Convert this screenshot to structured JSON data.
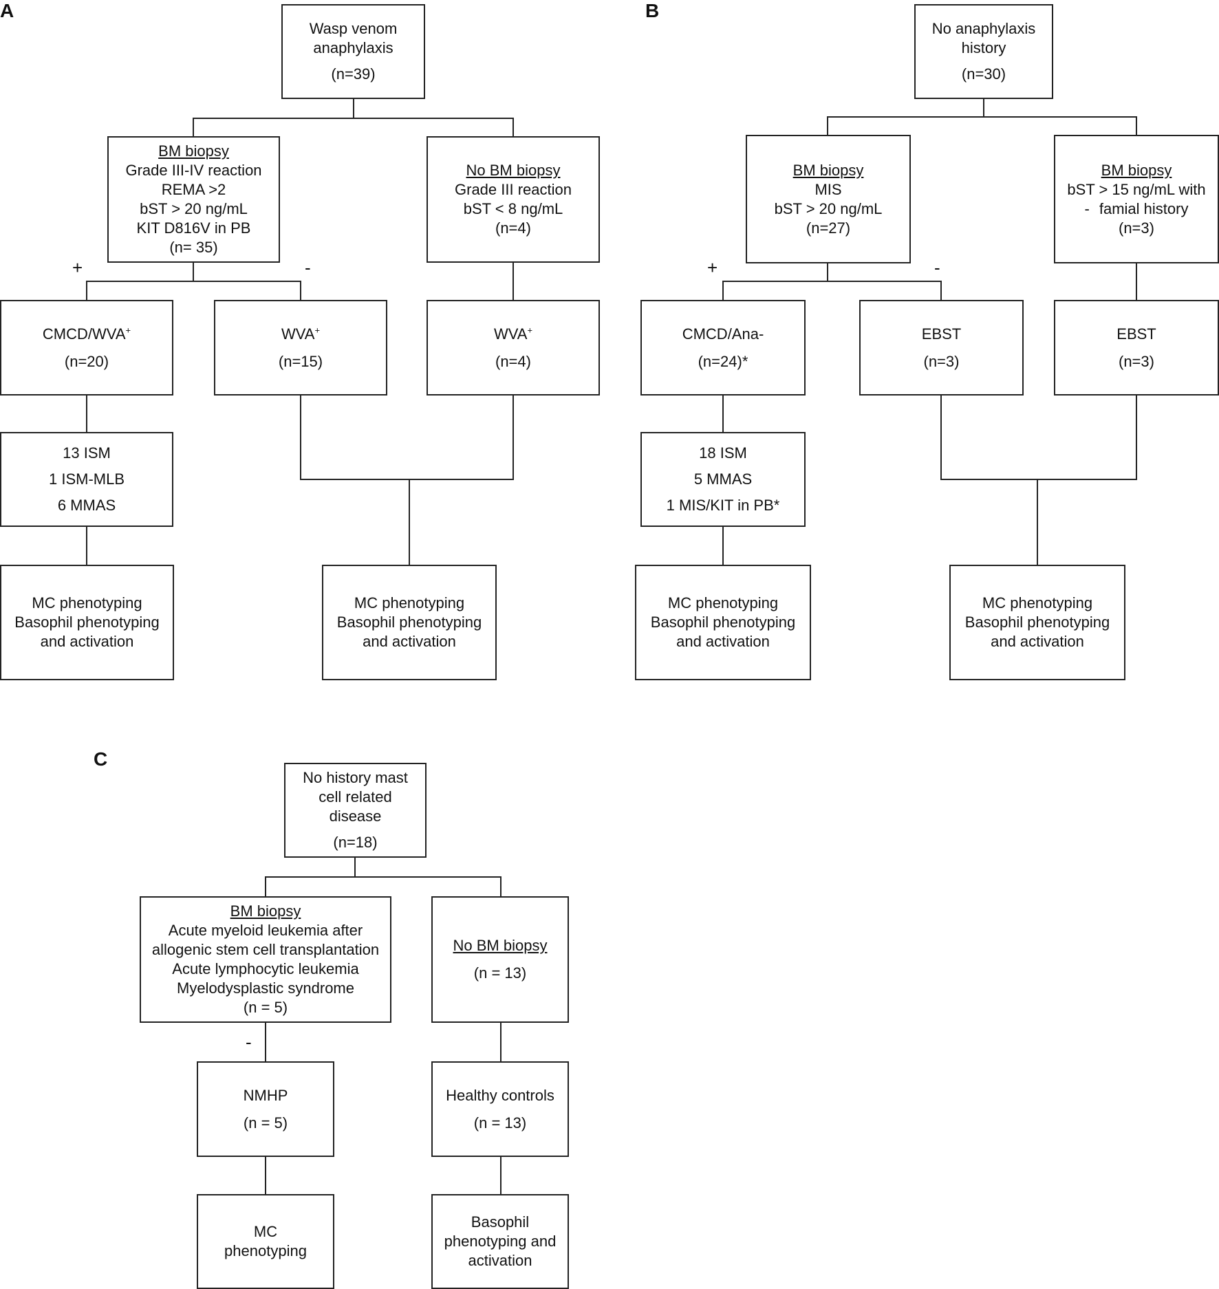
{
  "panels": {
    "a": "A",
    "b": "B",
    "c": "C"
  },
  "signs": {
    "plus": "+",
    "minus": "-"
  },
  "A": {
    "root": {
      "line1": "Wasp venom",
      "line2": "anaphylaxis",
      "n": "(n=39)"
    },
    "biopsy": {
      "title": "BM biopsy",
      "lines": [
        "Grade III-IV reaction",
        "REMA ",
        "bST > 20 ng/mL",
        "KIT D816V in PB"
      ],
      "rema_value": ">2",
      "n": "(n= 35)"
    },
    "nobiopsy": {
      "title": "No BM biopsy",
      "lines": [
        "Grade III reaction",
        "bST < 8 ng/mL"
      ],
      "n": "(n=4)"
    },
    "cmcd": {
      "label": "CMCD/WVA",
      "sup": "+",
      "n": "(n=20)"
    },
    "wva15": {
      "label": "WVA",
      "sup": "+",
      "n": "(n=15)"
    },
    "wva4": {
      "label": "WVA",
      "sup": "+",
      "n": "(n=4)"
    },
    "subtypes": [
      "13 ISM",
      "1 ISM-MLB",
      "6 MMAS"
    ],
    "out1": [
      "MC phenotyping",
      "Basophil phenotyping",
      "and activation"
    ],
    "out2": [
      "MC phenotyping",
      "Basophil phenotyping",
      "and activation"
    ]
  },
  "B": {
    "root": {
      "line1": "No anaphylaxis",
      "line2": "history",
      "n": "(n=30)"
    },
    "biopsy": {
      "title": "BM biopsy",
      "lines": [
        "MIS",
        "bST > 20 ng/mL"
      ],
      "n": "(n=27)"
    },
    "biopsy2": {
      "title": "BM biopsy",
      "line1": "bST > 15 ng/mL with",
      "line2": "famial history",
      "dash": "-",
      "n": "(n=3)"
    },
    "cmcd": {
      "label": "CMCD/Ana-",
      "n": "(n=24)*"
    },
    "ebst1": {
      "label": "EBST",
      "n": "(n=3)"
    },
    "ebst2": {
      "label": "EBST",
      "n": "(n=3)"
    },
    "subtypes": [
      "18 ISM",
      "5 MMAS",
      "1 MIS/KIT in PB*"
    ],
    "out1": [
      "MC phenotyping",
      "Basophil phenotyping",
      "and activation"
    ],
    "out2": [
      "MC phenotyping",
      "Basophil phenotyping",
      "and activation"
    ]
  },
  "C": {
    "root": {
      "lines": [
        "No history mast",
        "cell related",
        "disease"
      ],
      "n": "(n=18)"
    },
    "biopsy": {
      "title": "BM biopsy",
      "lines": [
        "Acute myeloid leukemia after",
        "allogenic stem cell transplantation",
        "Acute lymphocytic leukemia",
        "Myelodysplastic syndrome"
      ],
      "n": "(n = 5)"
    },
    "nobiopsy": {
      "title": "No BM biopsy",
      "n": "(n = 13)"
    },
    "nmhp": {
      "label": "NMHP",
      "n": "(n = 5)"
    },
    "healthy": {
      "label": "Healthy controls",
      "n": "(n = 13)"
    },
    "out1": [
      "MC",
      "phenotyping"
    ],
    "out2": [
      "Basophil",
      "phenotyping and",
      "activation"
    ]
  }
}
